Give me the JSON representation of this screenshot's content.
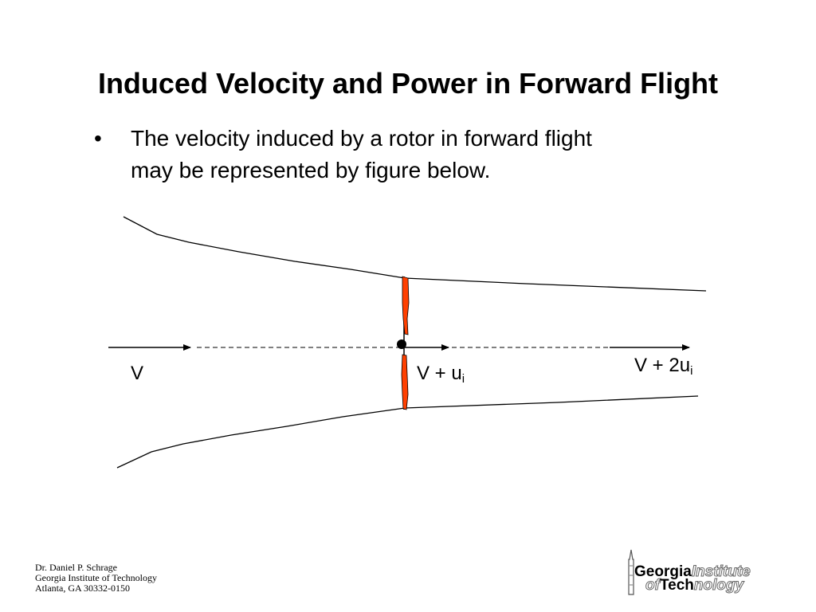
{
  "slide": {
    "title": "Induced Velocity and Power in Forward Flight",
    "bullet": {
      "marker": "•",
      "line1": "The velocity induced by a rotor in forward flight",
      "line2": "may be represented by figure below."
    }
  },
  "diagram": {
    "labels": {
      "upstream": "V",
      "rotor_main": "V + u",
      "rotor_sub": "i",
      "far_main": "V + 2u",
      "far_sub": "i"
    },
    "colors": {
      "rotor_blade": "#ff4000",
      "lines": "#000000"
    }
  },
  "footer": {
    "author": "Dr. Daniel P. Schrage",
    "institution": "Georgia Institute of Technology",
    "address": "Atlanta, GA  30332-0150"
  },
  "logo": {
    "georgia": "Georgia",
    "institute": "Institute",
    "of": "of",
    "tech": "Tech",
    "nology": "nology"
  }
}
